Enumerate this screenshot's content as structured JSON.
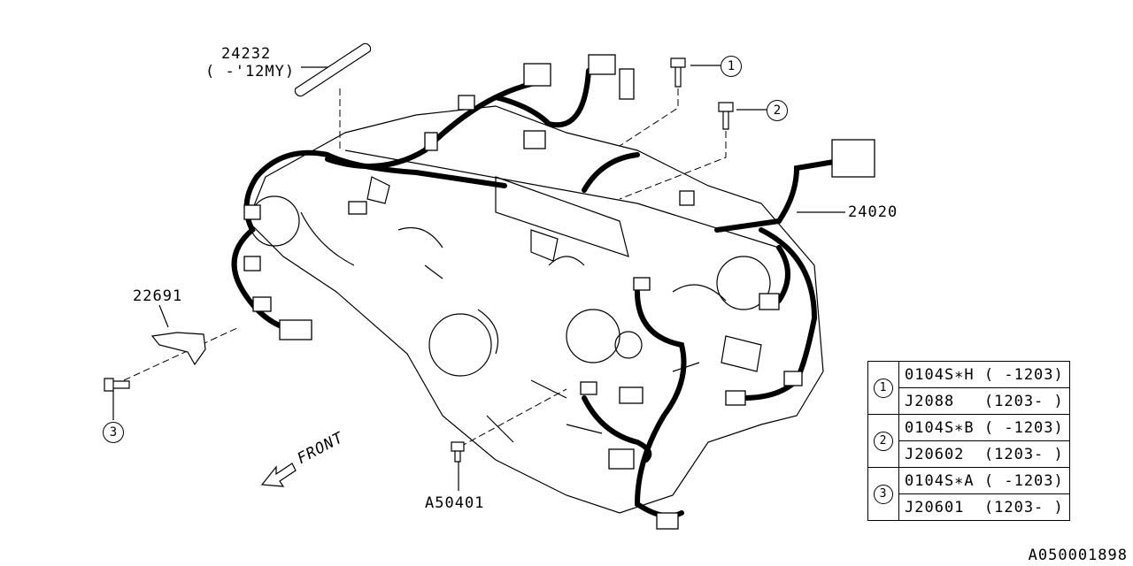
{
  "parts": {
    "bracket": {
      "number": "24232",
      "note": "( -'12MY)"
    },
    "harness": {
      "number": "24020"
    },
    "clip": {
      "number": "22691"
    },
    "bolt": {
      "number": "A50401"
    }
  },
  "callouts": [
    "1",
    "2",
    "3"
  ],
  "front_label": "FRONT",
  "reference_table": [
    {
      "callout": "1",
      "rows": [
        "0104S∗H ( -1203)",
        "J2088   (1203- )"
      ]
    },
    {
      "callout": "2",
      "rows": [
        "0104S∗B ( -1203)",
        "J20602  (1203- )"
      ]
    },
    {
      "callout": "3",
      "rows": [
        "0104S∗A ( -1203)",
        "J20601  (1203- )"
      ]
    }
  ],
  "diagram_code": "A050001898"
}
